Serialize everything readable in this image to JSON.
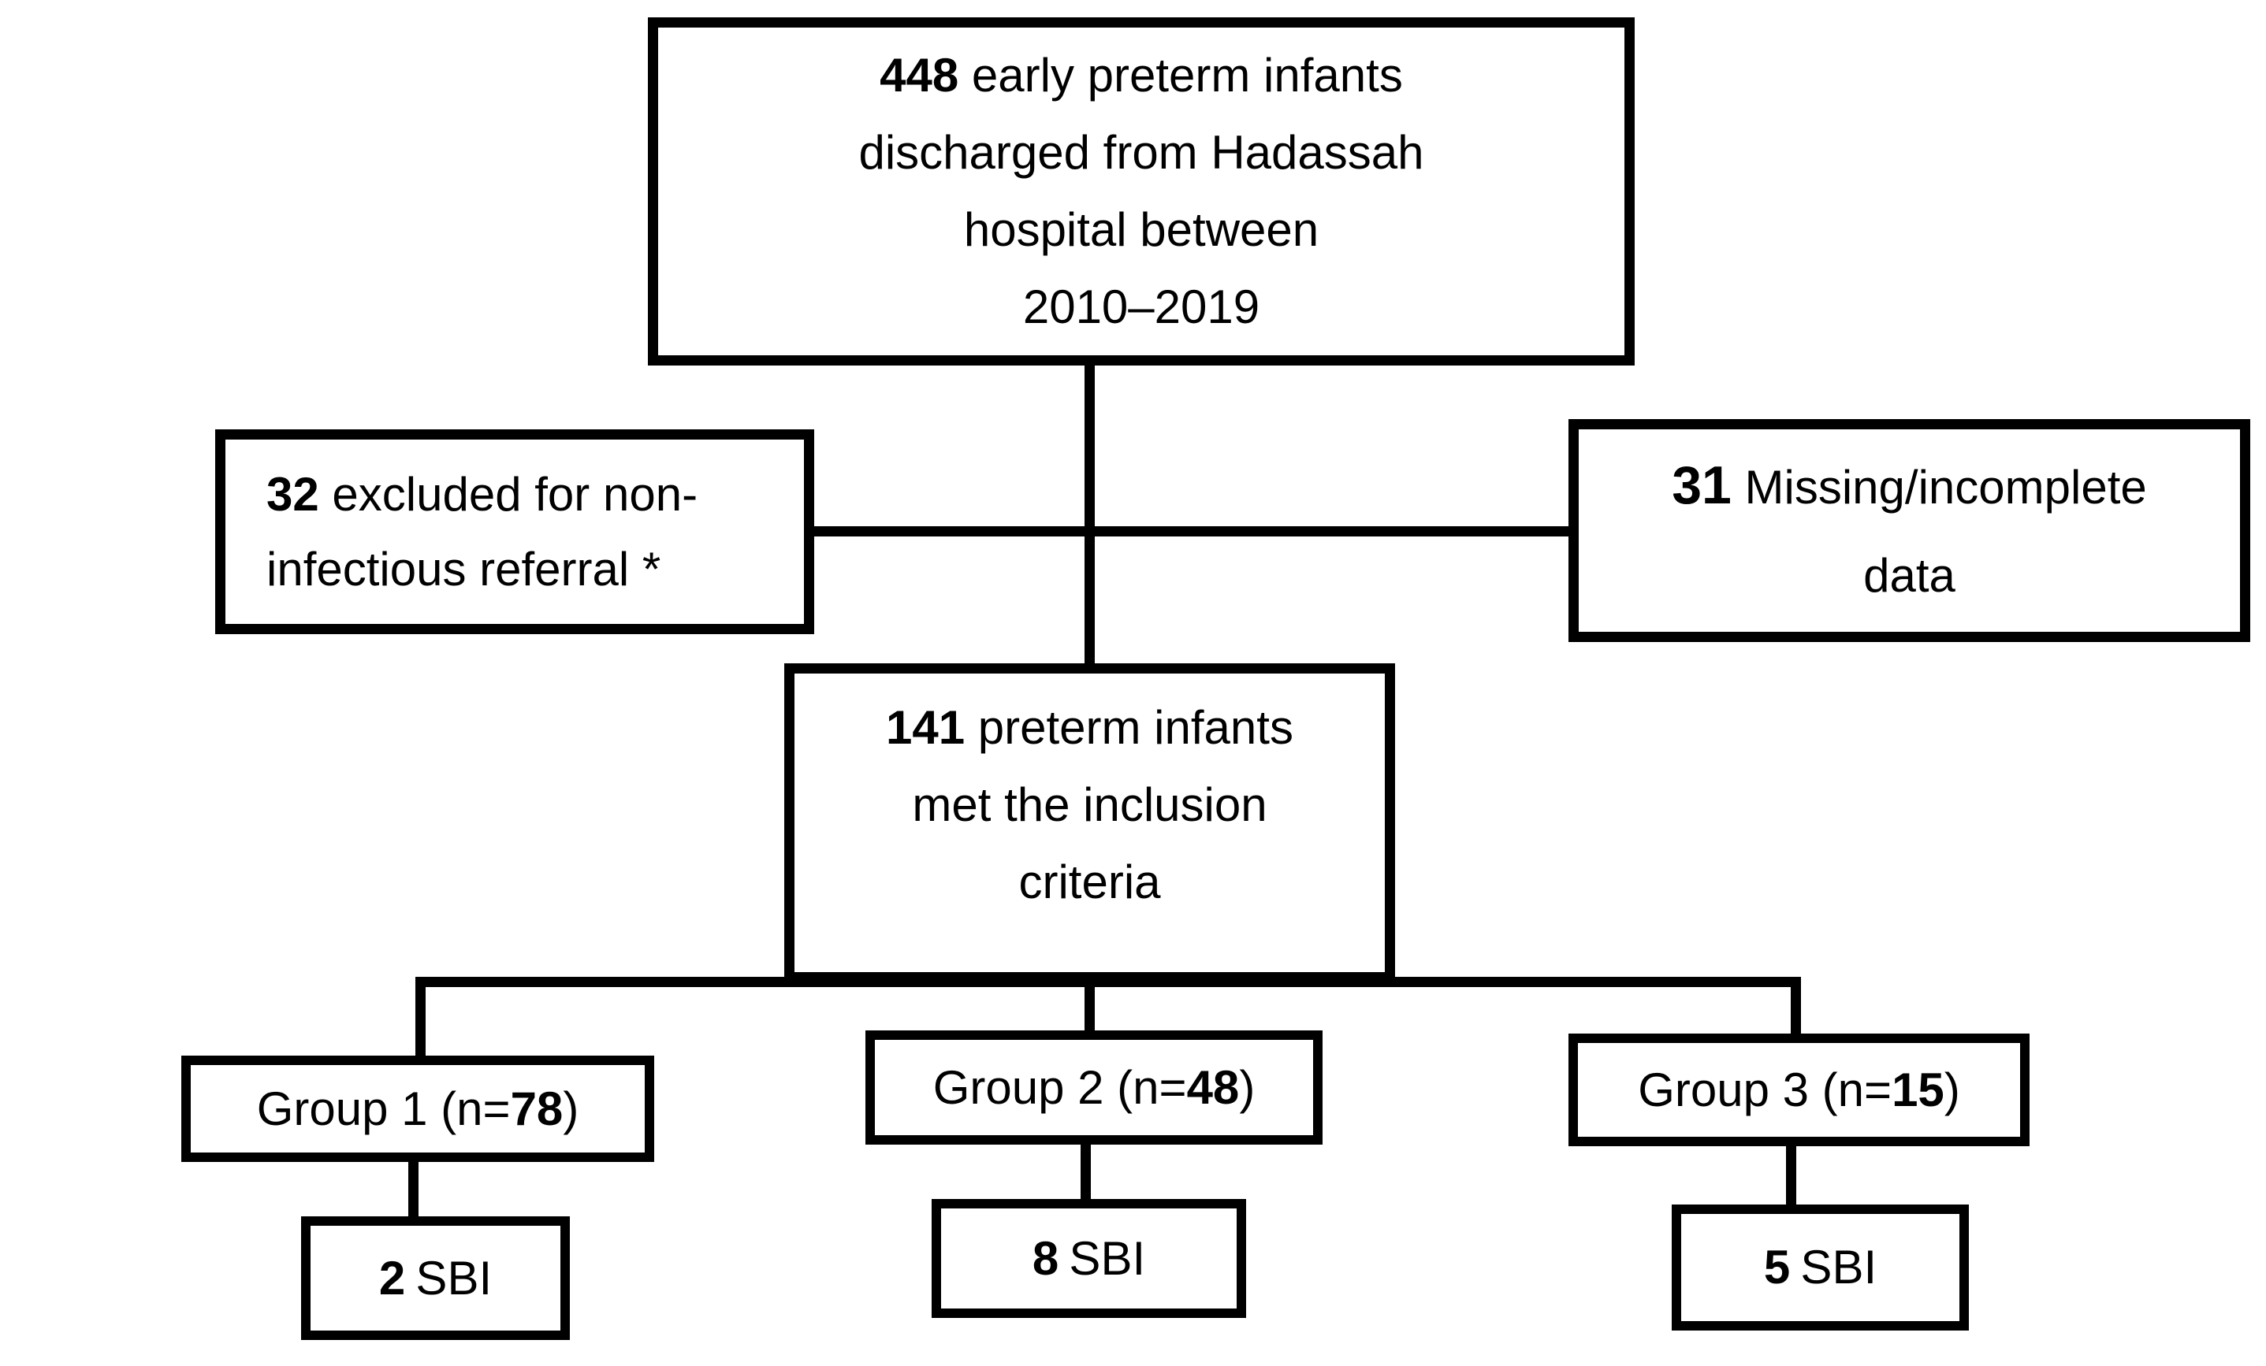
{
  "colors": {
    "background": "#ffffff",
    "line": "#000000",
    "text": "#000000"
  },
  "boxes": {
    "total": {
      "number": "448",
      "rest": " early preterm infants",
      "line2": "discharged from Hadassah",
      "line3": "hospital between",
      "line4": "2010–2019"
    },
    "excluded": {
      "number": "32",
      "rest": " excluded for non-",
      "line2": "infectious referral *"
    },
    "missing": {
      "number": "31",
      "rest": " Missing/incomplete",
      "line2": "data"
    },
    "included": {
      "number": "141",
      "rest": " preterm infants",
      "line2": "met the inclusion",
      "line3": "criteria"
    },
    "group1": {
      "prefix": "Group 1 (n=",
      "number": "78",
      "suffix": ")"
    },
    "group2": {
      "prefix": "Group 2 (n=",
      "number": "48",
      "suffix": ")"
    },
    "group3": {
      "prefix": "Group 3 (n=",
      "number": "15",
      "suffix": ")"
    },
    "sbi1": {
      "number": "2",
      "label": "SBI"
    },
    "sbi2": {
      "number": "8",
      "label": "SBI"
    },
    "sbi3": {
      "number": "5",
      "label": "SBI"
    }
  }
}
